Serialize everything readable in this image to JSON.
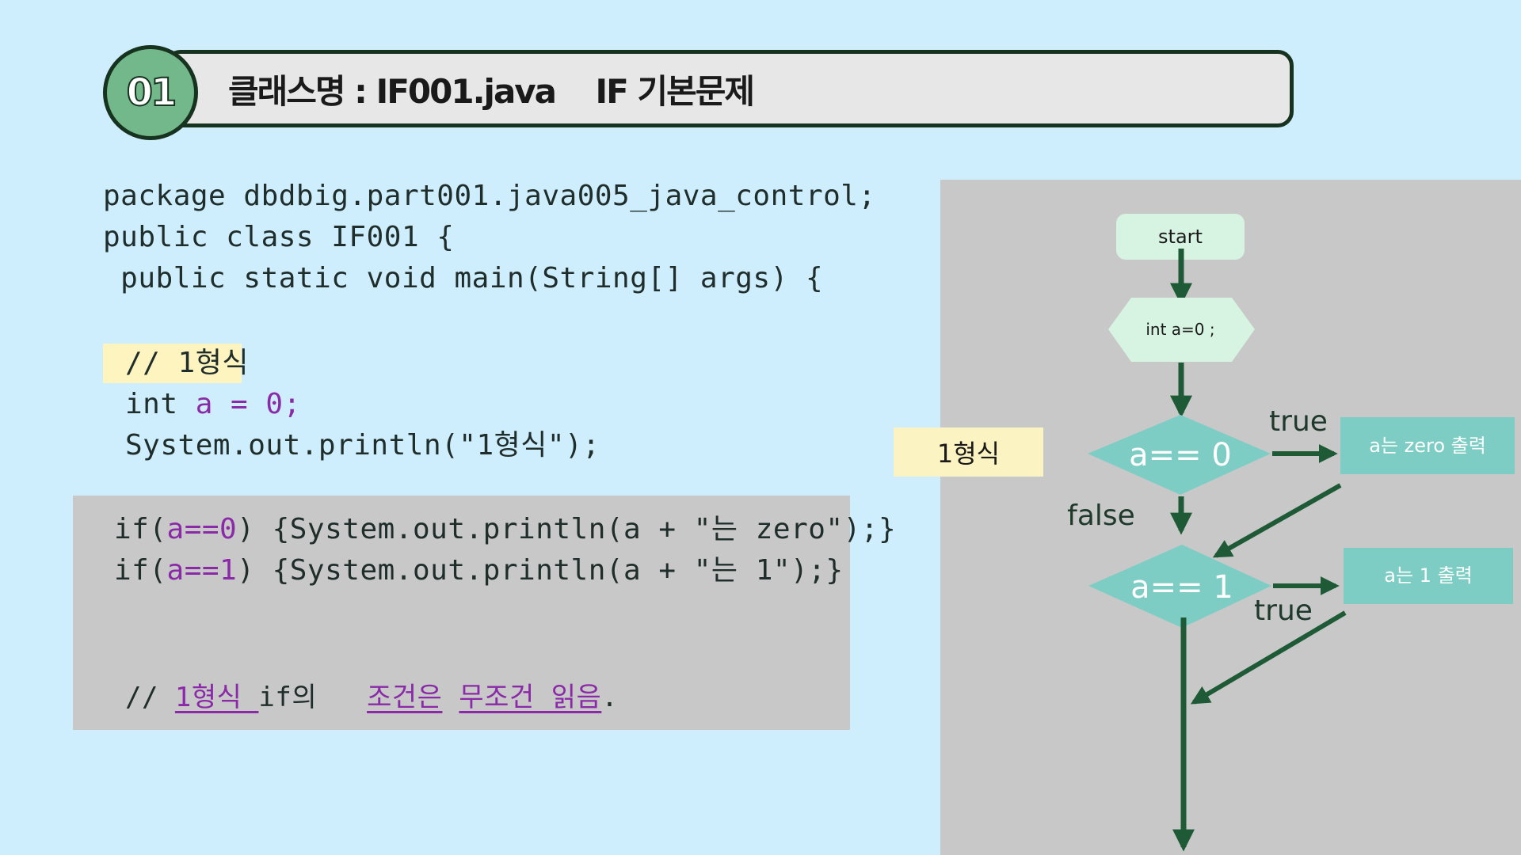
{
  "header": {
    "badge": "01",
    "title": "클래스명 : IF001.java    IF 기본문제"
  },
  "code": {
    "line1": "package dbdbig.part001.java005_java_control;",
    "line2": "public class IF001 {",
    "line3": " public static void main(String[] args) {",
    "comment": "// 1형식",
    "int_decl": {
      "prefix": "int ",
      "var": "a = 0;"
    },
    "println": "System.out.println(\"1형식\");",
    "if1": {
      "kw_prefix": "if(",
      "cond": "a==0",
      "body": ") {System.out.println(a + \"는 zero\");}"
    },
    "if2": {
      "kw_prefix": "if(",
      "cond": "a==1",
      "body": ") {System.out.println(a + \"는 1\");}"
    },
    "note": {
      "prefix": "// ",
      "part1": "1형식 ",
      "mid": "if의  ",
      "part2": "조건은",
      "part3": "무조건 읽음",
      "suffix": "."
    }
  },
  "flowchart": {
    "side_label": "1형식",
    "start": "start",
    "init": "int a=0 ;",
    "cond1": "a== 0",
    "cond2": "a== 1",
    "out1": "a는 zero 출력",
    "out2": "a는 1 출력",
    "true1": "true",
    "true2": "true",
    "false1": "false"
  },
  "colors": {
    "background": "#cfeefd",
    "code_panel": "#c8c8c8",
    "keyword": "#8b2aa8",
    "arrow": "#1f5a36",
    "node_light": "#d7f3e1",
    "node_teal": "#7ecdc4",
    "highlight": "#fdf4bf"
  }
}
